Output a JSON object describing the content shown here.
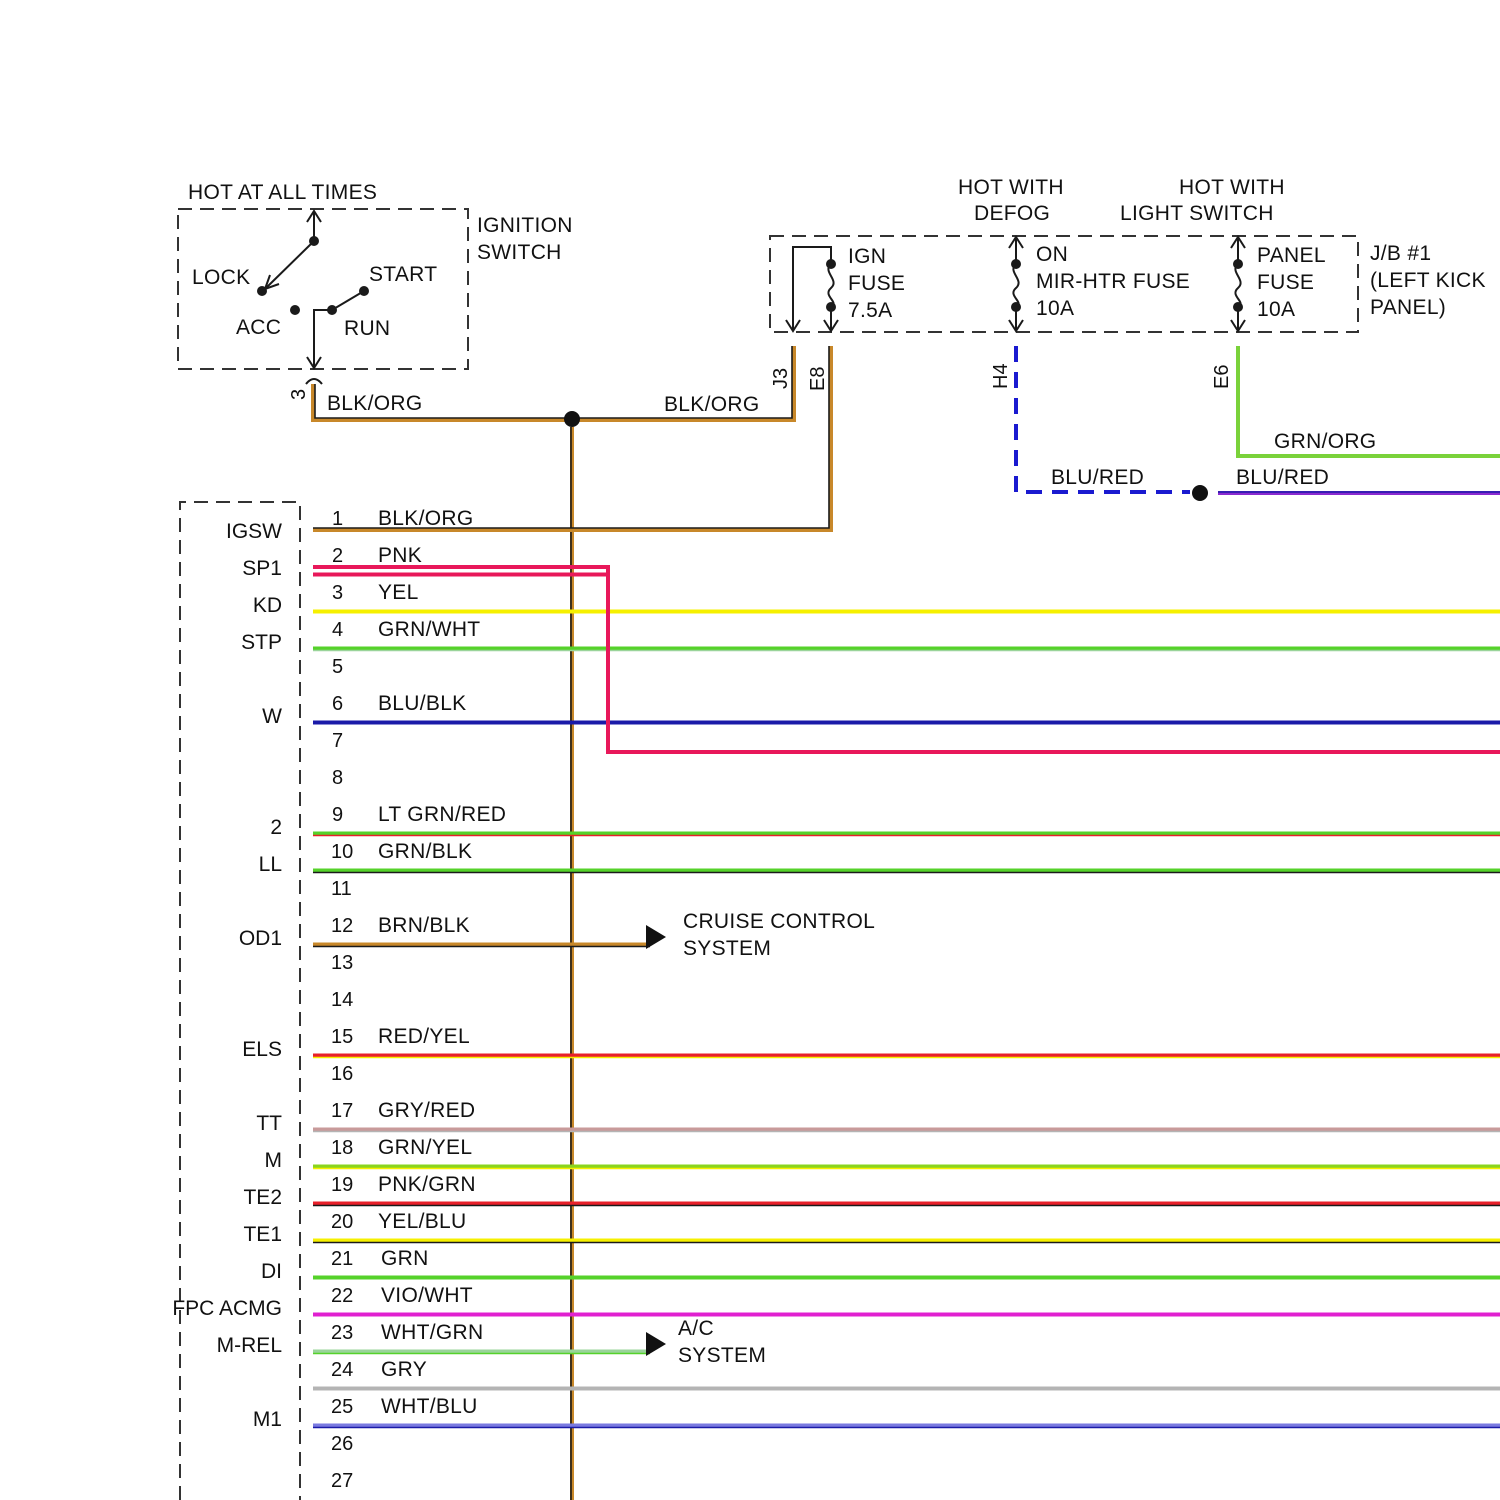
{
  "colors": {
    "black": "#1a1a1a",
    "orange_stripe": "#c8882a",
    "pink": "#e8185a",
    "yellow": "#f6f000",
    "green": "#55d22a",
    "blue": "#1a1aa8",
    "dash_blue": "#1a1ad0",
    "grn_org": "#7ad23a",
    "purple": "#8a2ad0",
    "red": "#e8202a",
    "gray_red": "#c89a9a",
    "grn_yel": "#8ad41e",
    "violet_pink": "#e020d0",
    "gray": "#b4b4b4",
    "wht_blu": "#7a7ae0",
    "wht_grn": "#9ad49a"
  },
  "ignition_switch": {
    "supply_label": "HOT AT ALL TIMES",
    "title_line1": "IGNITION",
    "title_line2": "SWITCH",
    "positions": {
      "lock": "LOCK",
      "acc": "ACC",
      "start": "START",
      "run": "RUN"
    },
    "terminal": "3"
  },
  "junction_block": {
    "title_line1": "J/B #1",
    "title_line2": "(LEFT KICK",
    "title_line3": "PANEL)",
    "defog_supply_line1": "HOT WITH",
    "defog_supply_line2": "DEFOG",
    "light_supply_line1": "HOT WITH",
    "light_supply_line2": "LIGHT SWITCH",
    "fuses": [
      {
        "line1": "IGN",
        "line2": "FUSE",
        "line3": "7.5A"
      },
      {
        "line1": "ON",
        "line2": "MIR-HTR FUSE",
        "line3": "10A"
      },
      {
        "line1": "PANEL",
        "line2": "FUSE",
        "line3": "10A"
      }
    ],
    "terminals": {
      "j3": "J3",
      "e8": "E8",
      "h4": "H4",
      "e6": "E6"
    }
  },
  "wires": {
    "ign_out_left": "BLK/ORG",
    "ign_out_right": "BLK/ORG",
    "h4_wire": "BLU/RED",
    "h4_wire_right": "BLU/RED",
    "e6_wire": "GRN/ORG"
  },
  "connector_pins": [
    {
      "num": "1",
      "signal": "IGSW",
      "wire": "BLK/ORG"
    },
    {
      "num": "2",
      "signal": "SP1",
      "wire": "PNK"
    },
    {
      "num": "3",
      "signal": "KD",
      "wire": "YEL"
    },
    {
      "num": "4",
      "signal": "STP",
      "wire": "GRN/WHT"
    },
    {
      "num": "5",
      "signal": "",
      "wire": ""
    },
    {
      "num": "6",
      "signal": "W",
      "wire": "BLU/BLK"
    },
    {
      "num": "7",
      "signal": "",
      "wire": ""
    },
    {
      "num": "8",
      "signal": "",
      "wire": ""
    },
    {
      "num": "9",
      "signal": "2",
      "wire": "LT GRN/RED"
    },
    {
      "num": "10",
      "signal": "LL",
      "wire": "GRN/BLK"
    },
    {
      "num": "11",
      "signal": "",
      "wire": ""
    },
    {
      "num": "12",
      "signal": "OD1",
      "wire": "BRN/BLK"
    },
    {
      "num": "13",
      "signal": "",
      "wire": ""
    },
    {
      "num": "14",
      "signal": "",
      "wire": ""
    },
    {
      "num": "15",
      "signal": "ELS",
      "wire": "RED/YEL"
    },
    {
      "num": "16",
      "signal": "",
      "wire": ""
    },
    {
      "num": "17",
      "signal": "TT",
      "wire": "GRY/RED"
    },
    {
      "num": "18",
      "signal": "M",
      "wire": "GRN/YEL"
    },
    {
      "num": "19",
      "signal": "TE2",
      "wire": "PNK/GRN"
    },
    {
      "num": "20",
      "signal": "TE1",
      "wire": "YEL/BLU"
    },
    {
      "num": "21",
      "signal": "DI",
      "wire": "GRN"
    },
    {
      "num": "22",
      "signal": "FPC ACMG",
      "wire": "VIO/WHT"
    },
    {
      "num": "23",
      "signal": "M-REL",
      "wire": "WHT/GRN"
    },
    {
      "num": "24",
      "signal": "",
      "wire": "GRY"
    },
    {
      "num": "25",
      "signal": "M1",
      "wire": "WHT/BLU"
    },
    {
      "num": "26",
      "signal": "",
      "wire": ""
    },
    {
      "num": "27",
      "signal": "",
      "wire": ""
    }
  ],
  "destinations": {
    "cruise_line1": "CRUISE CONTROL",
    "cruise_line2": "SYSTEM",
    "ac_line1": "A/C",
    "ac_line2": "SYSTEM"
  }
}
